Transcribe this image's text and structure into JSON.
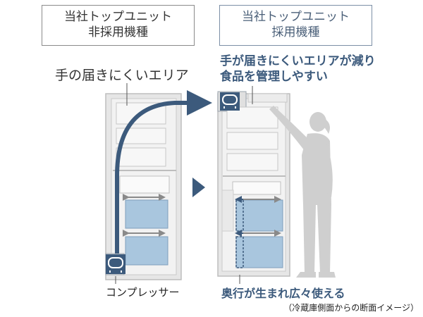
{
  "left_panel": {
    "title_line1": "当社トップユニット",
    "title_line2": "非採用機種",
    "hard_to_reach_label": "手の届きにくいエリア",
    "compressor_label": "コンプレッサー"
  },
  "right_panel": {
    "title_line1": "当社トップユニット",
    "title_line2": "採用機種",
    "benefit_top_line1": "手が届きにくいエリアが減り",
    "benefit_top_line2": "食品を管理しやすい",
    "benefit_bottom": "奥行が生まれ広々使える"
  },
  "caption": "（冷蔵庫側面からの断面イメージ）",
  "colors": {
    "accent_blue": "#3c5a7c",
    "drawer_blue": "#a9c6de",
    "fridge_gray": "#d9d9d9",
    "person_gray": "#cfcfcf"
  },
  "icons": {
    "compressor": "compressor-icon",
    "flow_arrow": "airflow-arrow-icon",
    "transition_arrow": "triangle-right-icon"
  }
}
